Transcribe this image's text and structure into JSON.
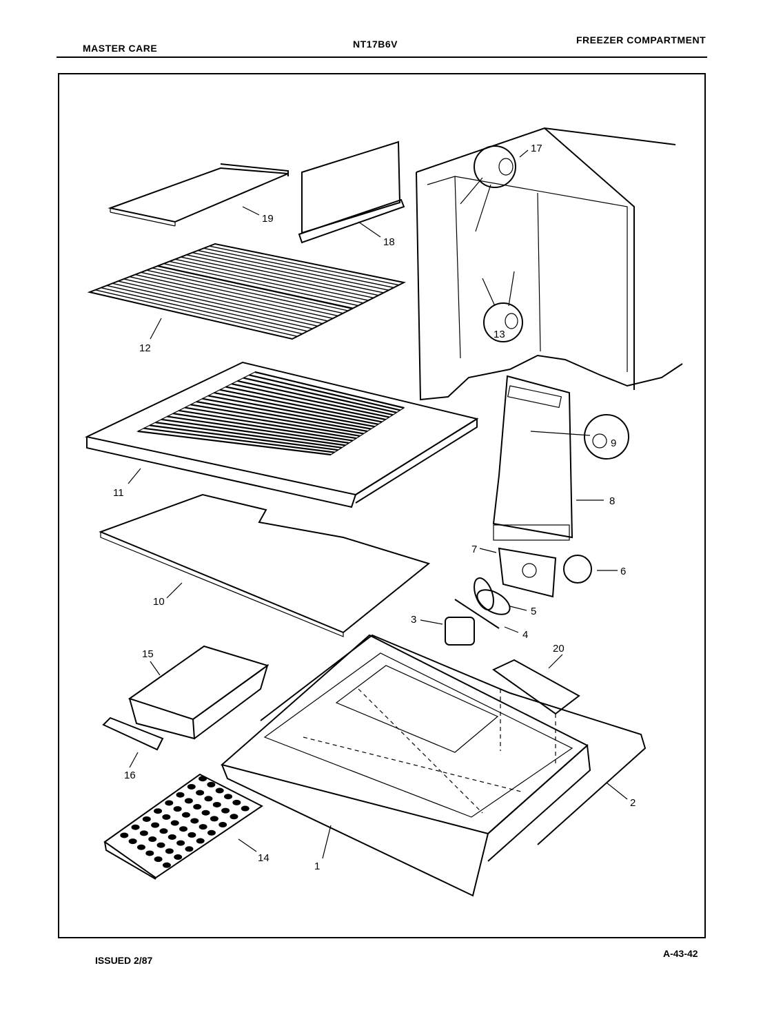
{
  "header": {
    "brand": "MASTER CARE",
    "model": "NT17B6V",
    "section": "FREEZER COMPARTMENT"
  },
  "footer": {
    "issued": "ISSUED 2/87",
    "doc_number": "A-43-42"
  },
  "callouts": [
    {
      "id": "c1",
      "text": "1"
    },
    {
      "id": "c2",
      "text": "2"
    },
    {
      "id": "c3",
      "text": "3"
    },
    {
      "id": "c4",
      "text": "4"
    },
    {
      "id": "c5",
      "text": "5"
    },
    {
      "id": "c6",
      "text": "6"
    },
    {
      "id": "c7",
      "text": "7"
    },
    {
      "id": "c8",
      "text": "8"
    },
    {
      "id": "c9",
      "text": "9"
    },
    {
      "id": "c10",
      "text": "10"
    },
    {
      "id": "c11",
      "text": "11"
    },
    {
      "id": "c12",
      "text": "12"
    },
    {
      "id": "c13",
      "text": "13"
    },
    {
      "id": "c14",
      "text": "14"
    },
    {
      "id": "c15",
      "text": "15"
    },
    {
      "id": "c16",
      "text": "16"
    },
    {
      "id": "c17",
      "text": "17"
    },
    {
      "id": "c18",
      "text": "18"
    },
    {
      "id": "c19",
      "text": "19"
    },
    {
      "id": "c20",
      "text": "20"
    }
  ]
}
